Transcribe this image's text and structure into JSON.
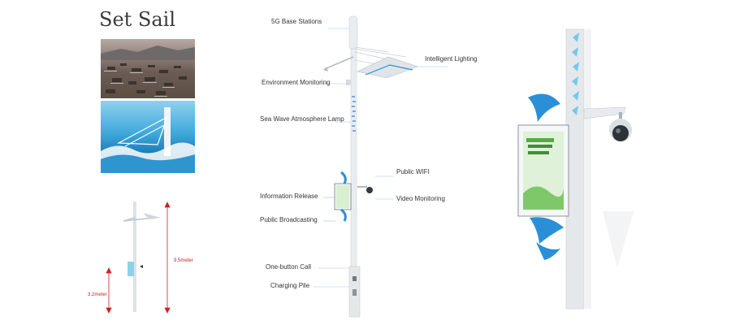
{
  "title": "Set Sail",
  "labels": {
    "g5": "5G Base Stations",
    "lighting": "Intelligent Lighting",
    "env": "Environment  Monitoring",
    "lamp": "Sea Wave Atmosphere Lamp",
    "wifi": "Public WIFI",
    "info": "Information Release",
    "video": "Video Monitoring",
    "broadcast": "Public Broadcasting",
    "call": "One-button Call",
    "charging": "Charging Pile"
  },
  "dimensions": {
    "total_height": "9.5meter",
    "screen_height": "3.2meter"
  },
  "colors": {
    "pole": "#e8ecef",
    "accent_blue": "#2b8fd8",
    "dimension_red": "#cc2222",
    "screen_green": "#7fc86a"
  }
}
